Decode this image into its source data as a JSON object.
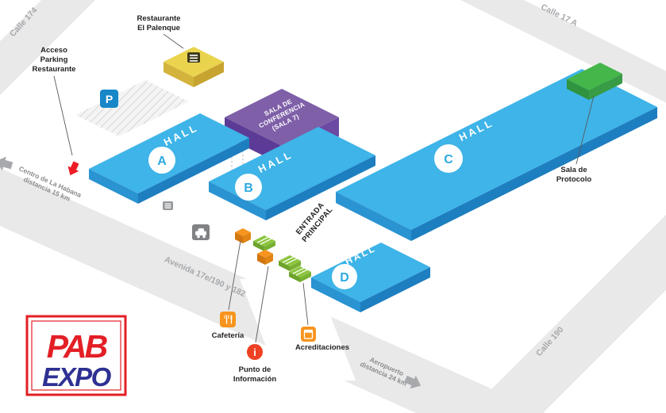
{
  "map": {
    "streets": {
      "calle_174": "Calle 174",
      "calle_17a": "Calle 17 A",
      "calle_190": "Calle 190",
      "avenida": "Avenida 17e/190 y 182"
    },
    "directions": {
      "havana_1": "Centro de La Habana",
      "havana_2": "distancia 15 km",
      "airport_1": "Aeropuerto",
      "airport_2": "distancia 24 km"
    },
    "halls": {
      "word": "HALL",
      "a": "A",
      "b": "B",
      "c": "C",
      "d": "D"
    },
    "conference": {
      "l1": "SALA DE",
      "l2": "CONFERENCIA",
      "l3": "(SALA 7)"
    },
    "restaurant": {
      "l1": "Restaurante",
      "l2": "El Palenque"
    },
    "protocol": {
      "l1": "Sala de",
      "l2": "Protocolo"
    },
    "access": {
      "l1": "Acceso",
      "l2": "Parking",
      "l3": "Restaurante"
    },
    "entrance": {
      "l1": "ENTRADA",
      "l2": "PRINCIPAL"
    },
    "poi": {
      "cafeteria": "Cafetería",
      "info_1": "Punto de",
      "info_2": "Información",
      "accreditations": "Acreditaciones",
      "parking_letter": "P",
      "info_letter": "i"
    },
    "logo": {
      "top": "PAB",
      "bottom": "EXPO"
    },
    "colors": {
      "road_gray": "#e9e9e9",
      "hall_top": "#3eb4e8",
      "hall_side_mid": "#2a93d2",
      "hall_side_dark": "#1d7ec0",
      "conference_purple": "#7e5fa8",
      "restaurant_yellow": "#ead44e",
      "protocol_green": "#45b649",
      "accent_orange": "#f7941e",
      "booth_green": "#8dc63f",
      "parking_blue": "#1787c8",
      "info_red": "#ef4123",
      "logo_red": "#e31f26",
      "logo_blue": "#2e3192"
    }
  }
}
